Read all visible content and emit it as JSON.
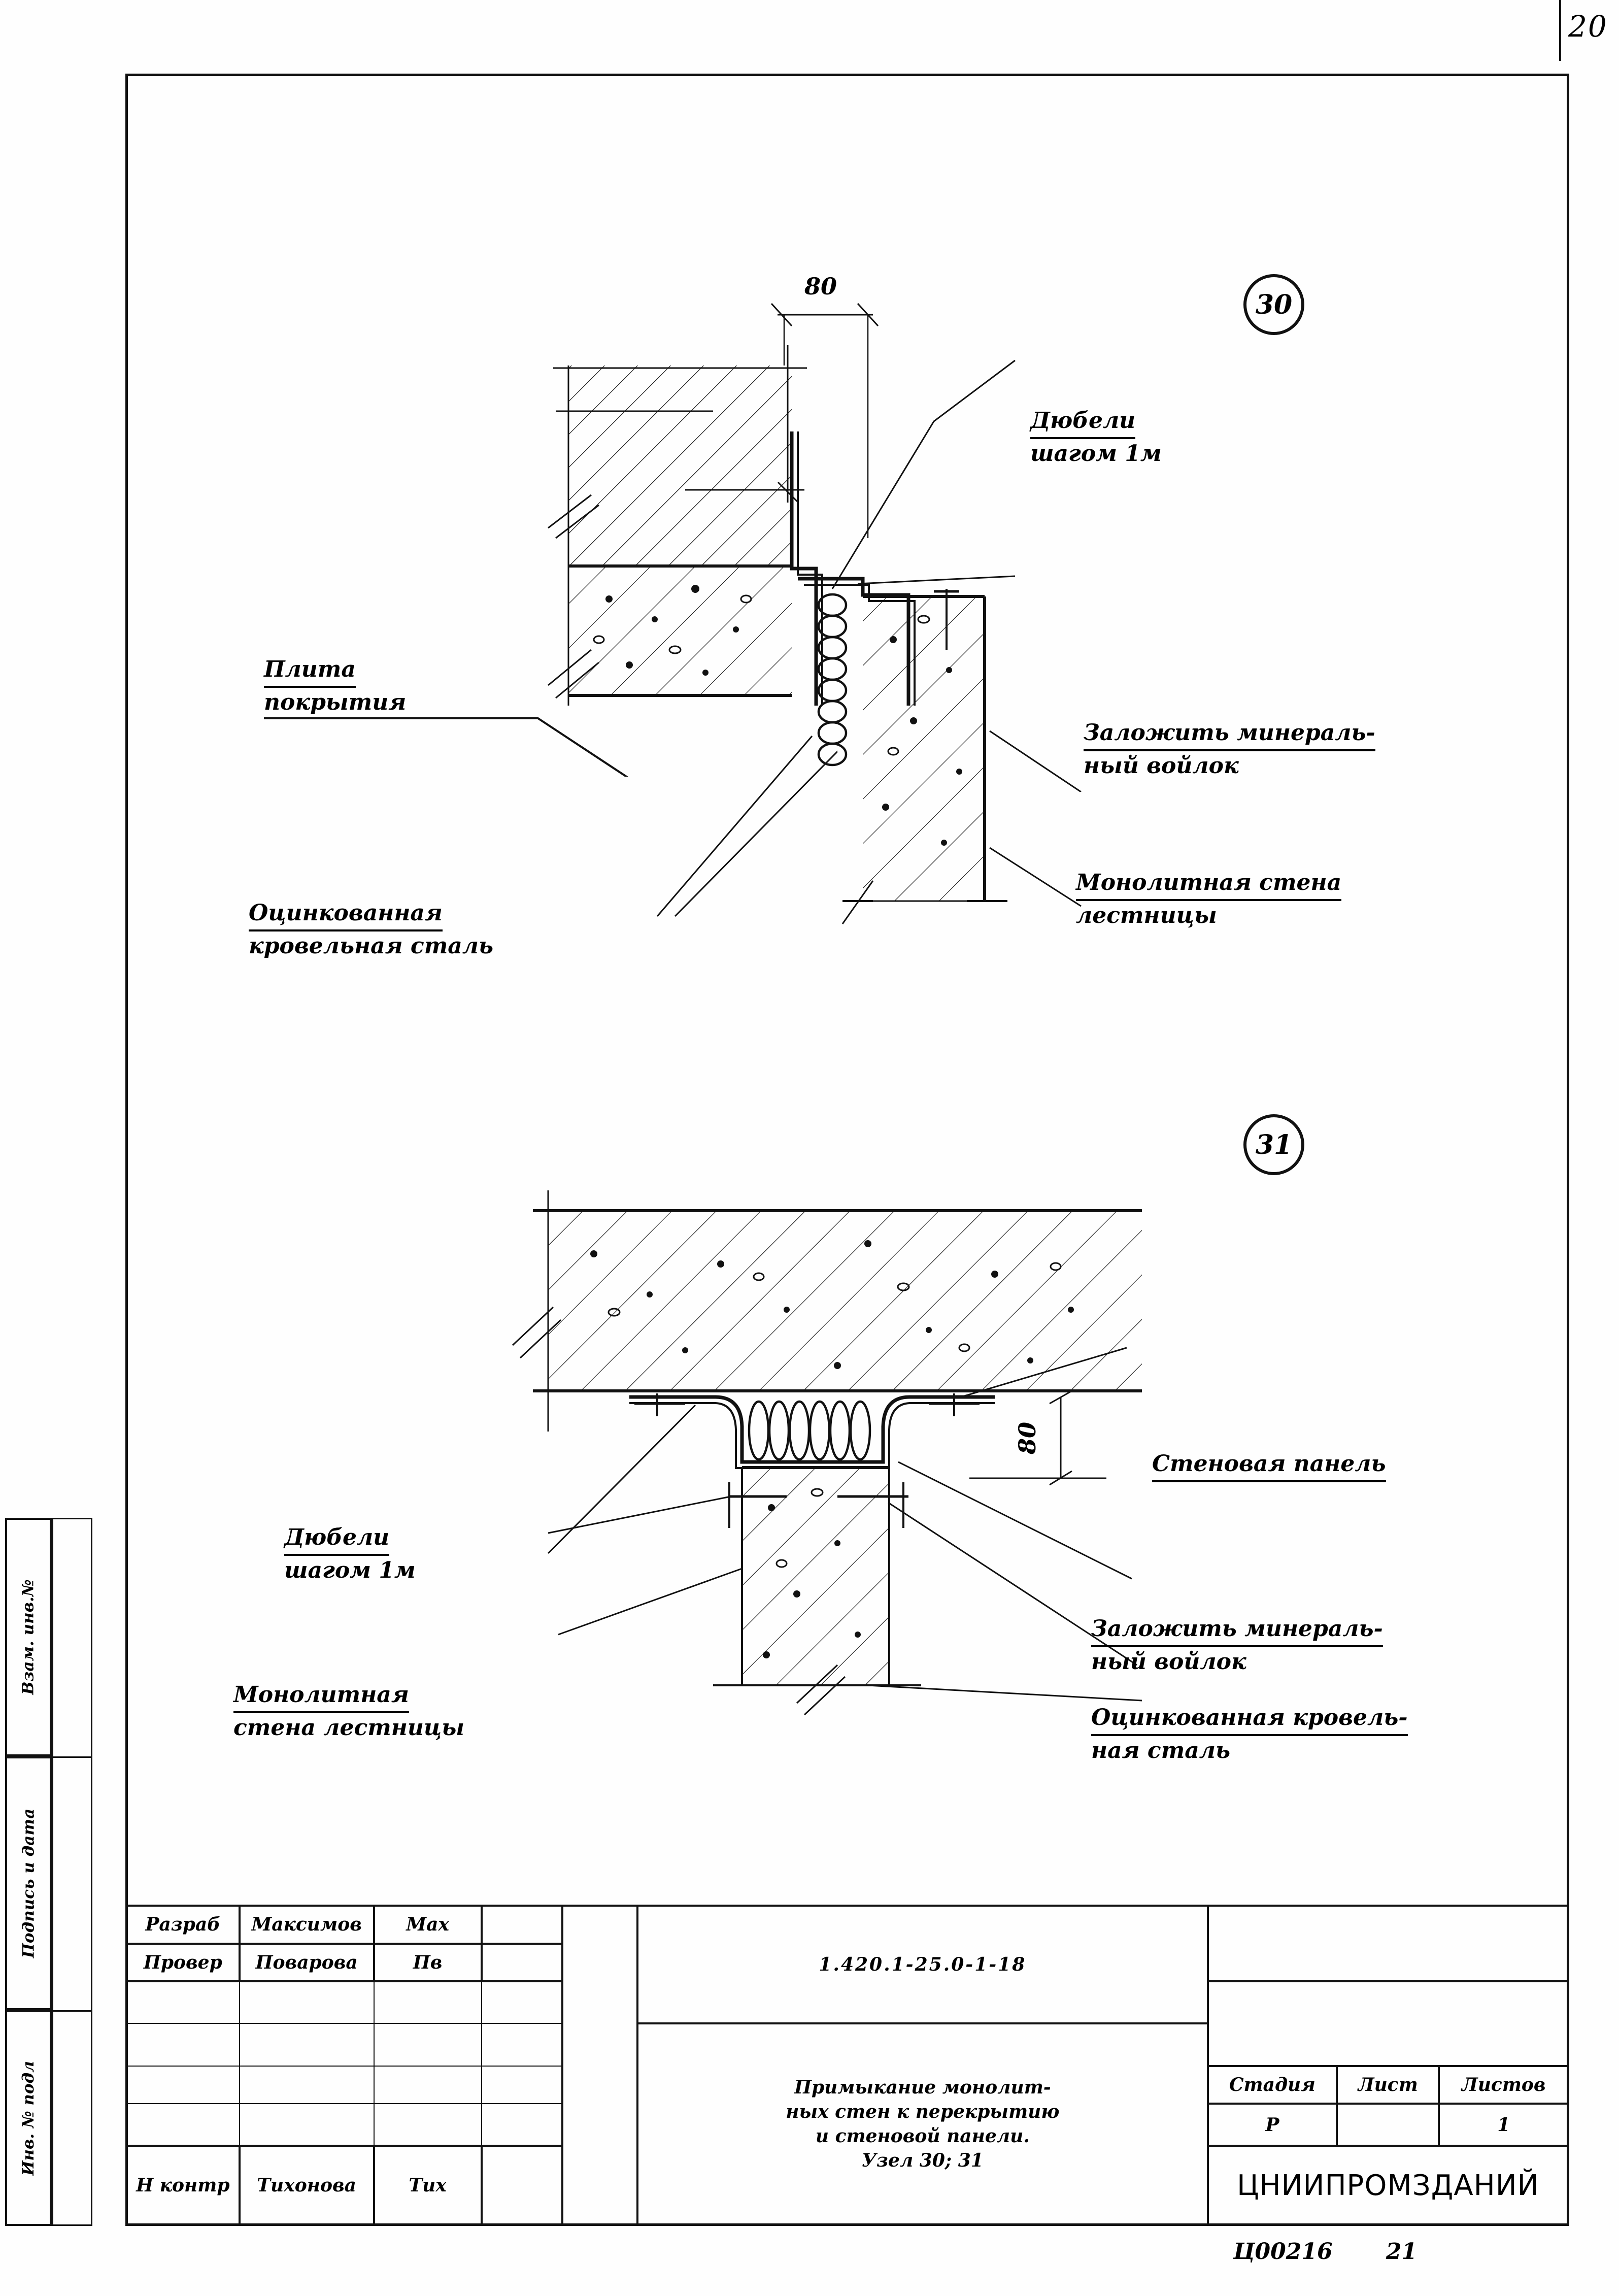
{
  "sheet": {
    "page_number_top": "20",
    "footer_code": "Ц00216",
    "footer_page": "21"
  },
  "left_margin": {
    "labels": [
      "Взам. инв.№",
      "Подпись и дата",
      "Инв. № подл"
    ]
  },
  "details": [
    {
      "id": "30",
      "bubble": "30",
      "dimension": "80",
      "labels": [
        {
          "name": "plita-pokrytiya",
          "line1": "Плита",
          "line2": "покрытия"
        },
        {
          "name": "dyubeli",
          "line1": "Дюбели",
          "line2": "шагом 1м"
        },
        {
          "name": "mineralnyy-voylok",
          "line1": "Заложить минераль-",
          "line2": "ный  войлок"
        },
        {
          "name": "monolitnaya-stena",
          "line1": "Монолитная стена",
          "line2": "лестницы"
        },
        {
          "name": "otsinkovannaya-stal",
          "line1": "Оцинкованная",
          "line2": "кровельная сталь"
        }
      ]
    },
    {
      "id": "31",
      "bubble": "31",
      "dimension": "80",
      "labels": [
        {
          "name": "dyubeli",
          "line1": "Дюбели",
          "line2": "шагом 1м"
        },
        {
          "name": "stenovaya-panel",
          "line1": "Стеновая панель",
          "line2": ""
        },
        {
          "name": "mineralnyy-voylok",
          "line1": "Заложить минераль-",
          "line2": "ный  войлок"
        },
        {
          "name": "monolitnaya-stena",
          "line1": "Монолитная",
          "line2": "стена лестницы"
        },
        {
          "name": "otsinkovannaya-stal",
          "line1": "Оцинкованная кровель-",
          "line2": "ная  сталь"
        }
      ]
    }
  ],
  "title_block": {
    "roles": [
      {
        "role": "Разраб",
        "name": "Максимов",
        "signature": "Мах"
      },
      {
        "role": "Провер",
        "name": "Поварова",
        "signature": "Пв"
      },
      {
        "role": "",
        "name": "",
        "signature": ""
      },
      {
        "role": "",
        "name": "",
        "signature": ""
      },
      {
        "role": "",
        "name": "",
        "signature": ""
      },
      {
        "role": "",
        "name": "",
        "signature": ""
      },
      {
        "role": "Н контр",
        "name": "Тихонова",
        "signature": "Тих"
      }
    ],
    "drawing_number": "1.420.1-25.0-1-18",
    "title_lines": [
      "Примыкание монолит-",
      "ных стен к перекрытию",
      "и стеновой панели.",
      "Узел 30; 31"
    ],
    "stage_header": "Стадия",
    "sheet_header": "Лист",
    "sheets_header": "Листов",
    "stage_value": "Р",
    "sheet_value": "",
    "sheets_value": "1",
    "organization": "ЦНИИПРОМЗДАНИЙ"
  }
}
